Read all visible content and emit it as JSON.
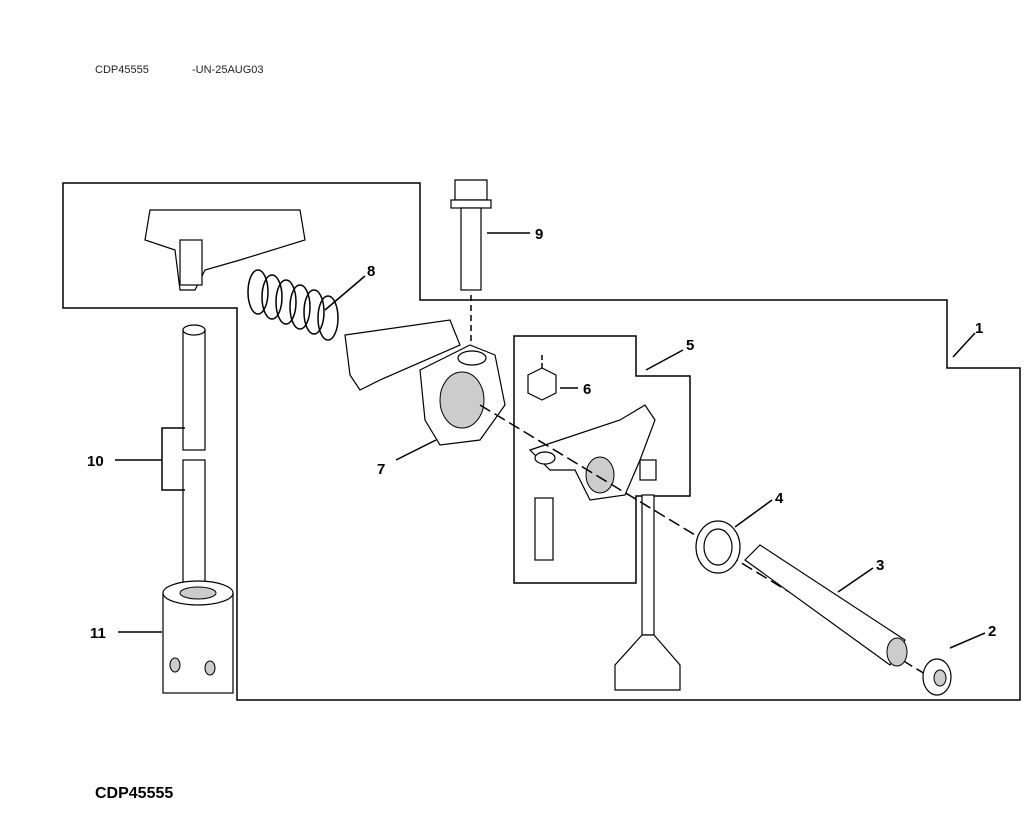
{
  "header": {
    "figure_id": "CDP45555",
    "code": "-UN-25AUG03"
  },
  "footer": {
    "figure_id": "CDP45555"
  },
  "callouts": {
    "c1": "1",
    "c2": "2",
    "c3": "3",
    "c4": "4",
    "c5": "5",
    "c6": "6",
    "c7": "7",
    "c8": "8",
    "c9": "9",
    "c10": "10",
    "c11": "11"
  }
}
